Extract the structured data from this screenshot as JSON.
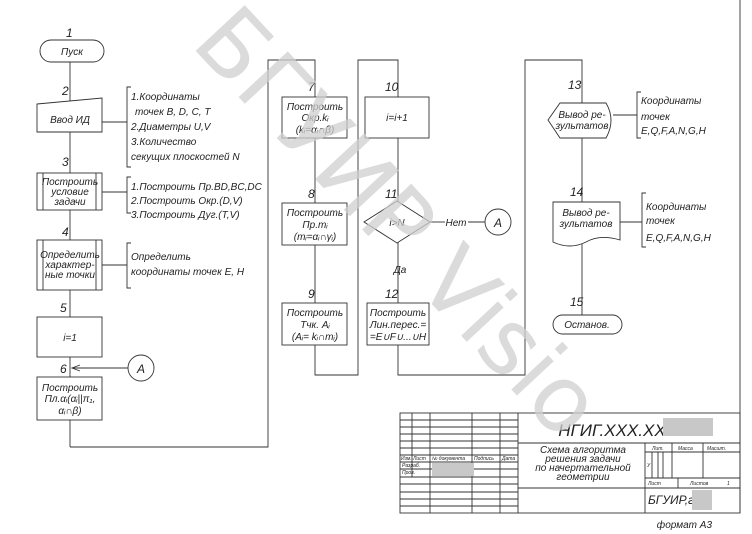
{
  "blocks": {
    "b1": {
      "num": "1",
      "label": "Пуск"
    },
    "b2": {
      "num": "2",
      "label": "Ввод ИД",
      "note": [
        "1.Координаты",
        "точек B, D, C, T",
        "2.Диаметры U,V",
        "3.Количество",
        "секущих плоскостей N"
      ]
    },
    "b3": {
      "num": "3",
      "label": [
        "Построить",
        "условие",
        "задачи"
      ],
      "note": [
        "1.Построить Пр.BD,BC,DC",
        "2.Построить Окр.(D,V)",
        "3.Построить Дуг.(T,V)"
      ]
    },
    "b4": {
      "num": "4",
      "label": [
        "Определить",
        "характер-",
        "ные точки"
      ],
      "note": [
        "Определить",
        "координаты точек E, H"
      ]
    },
    "b5": {
      "num": "5",
      "label": "i=1"
    },
    "b6": {
      "num": "6",
      "label": [
        "Построить",
        "Пл.αᵢ(αᵢ||π₁,",
        "αᵢ∩β)"
      ]
    },
    "b7": {
      "num": "7",
      "label": [
        "Построить",
        "Окр.kᵢ",
        "(kᵢ=αᵢ∩β)"
      ]
    },
    "b8": {
      "num": "8",
      "label": [
        "Построить",
        "Пр.mᵢ",
        "(mᵢ=αᵢ∩γᵢ)"
      ]
    },
    "b9": {
      "num": "9",
      "label": [
        "Построить",
        "Тчк. Aᵢ",
        "(Aᵢ= kᵢ∩mᵢ)"
      ]
    },
    "b10": {
      "num": "10",
      "label": "i=i+1"
    },
    "b11": {
      "num": "11",
      "label": "i>N",
      "no": "Нет",
      "yes": "Да"
    },
    "b12": {
      "num": "12",
      "label": [
        "Построить",
        "Лин.перес.=",
        "=E∪F∪...∪H"
      ]
    },
    "b13": {
      "num": "13",
      "label": [
        "Вывод ре-",
        "зультатов"
      ],
      "note": [
        "Координаты",
        "точек",
        "E,Q,F,A,N,G,H"
      ]
    },
    "b14": {
      "num": "14",
      "label": [
        "Вывод ре-",
        "зультатов"
      ],
      "note": [
        "Координаты",
        "точек",
        "E,Q,F,A,N,G,H"
      ]
    },
    "b15": {
      "num": "15",
      "label": "Останов."
    }
  },
  "connector": "A",
  "title_block": {
    "code": "НГИГ.XXX.XXX.",
    "title": [
      "Схема алгоритма",
      "решения задачи",
      "по начертательной",
      "геометрии"
    ],
    "headers": [
      "Изм.",
      "Лист",
      "№ документа",
      "Подпись",
      "Дата"
    ],
    "roles": [
      "Разраб.",
      "Пров."
    ],
    "lit": "Лит.",
    "mass": "Масса",
    "scale": "Масшт.",
    "lit_value": "У",
    "sheet": "Лист",
    "sheets": "Листов",
    "sheets_value": "1",
    "org": "БГУИР,гр.",
    "format": "формат А3"
  },
  "watermark": "БГУИР Visio"
}
